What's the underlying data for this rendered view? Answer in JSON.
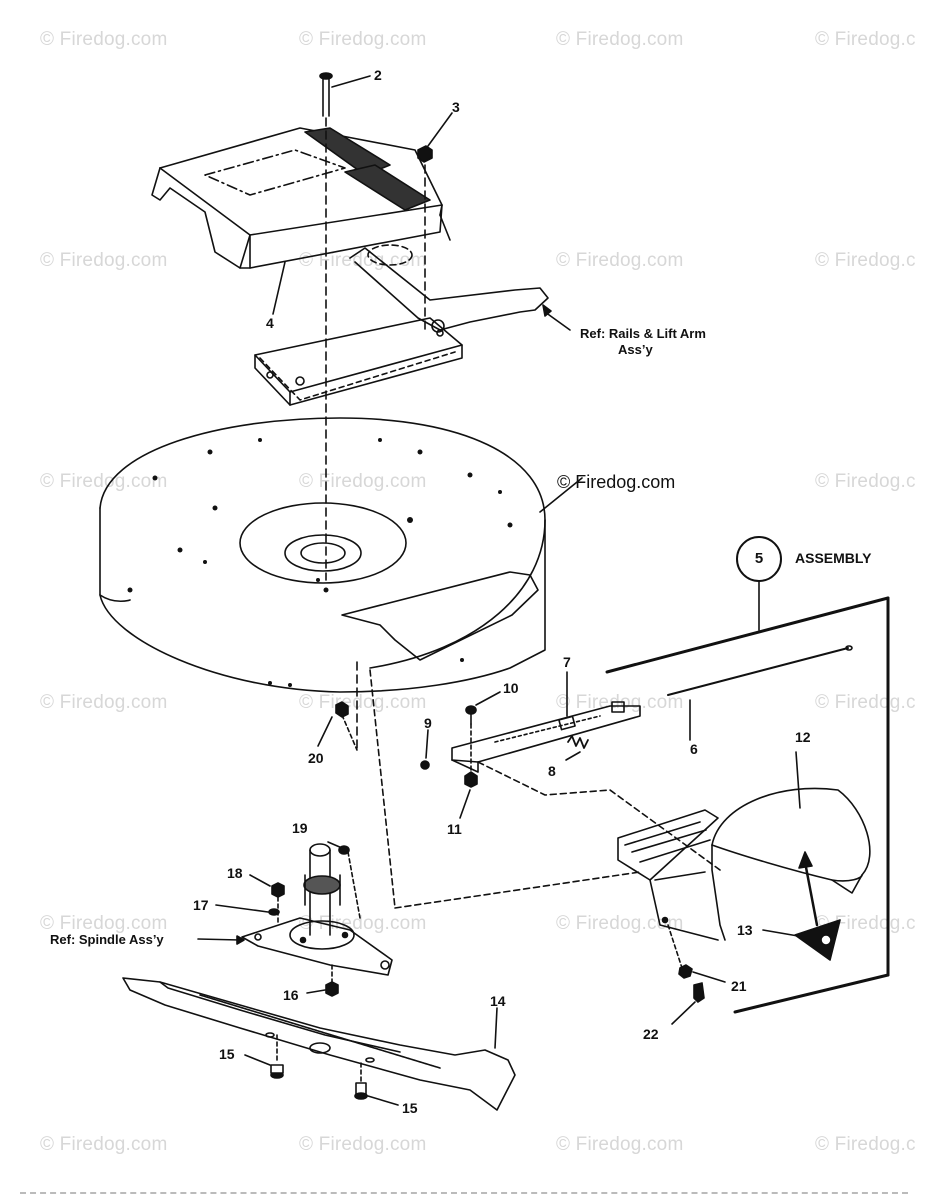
{
  "watermark": "© Firedog.com",
  "watermark_truncated": "© Firedog.c",
  "main_copyright": "© Firedog.com",
  "assembly": {
    "number": "5",
    "label": "ASSEMBLY"
  },
  "refs": {
    "rails_line1": "Ref: Rails & Lift Arm",
    "rails_line2": "Ass’y",
    "spindle": "Ref: Spindle Ass’y"
  },
  "callouts": [
    "2",
    "3",
    "4",
    "6",
    "7",
    "8",
    "9",
    "10",
    "11",
    "12",
    "13",
    "14",
    "15",
    "15",
    "16",
    "17",
    "18",
    "19",
    "20",
    "21",
    "22"
  ]
}
